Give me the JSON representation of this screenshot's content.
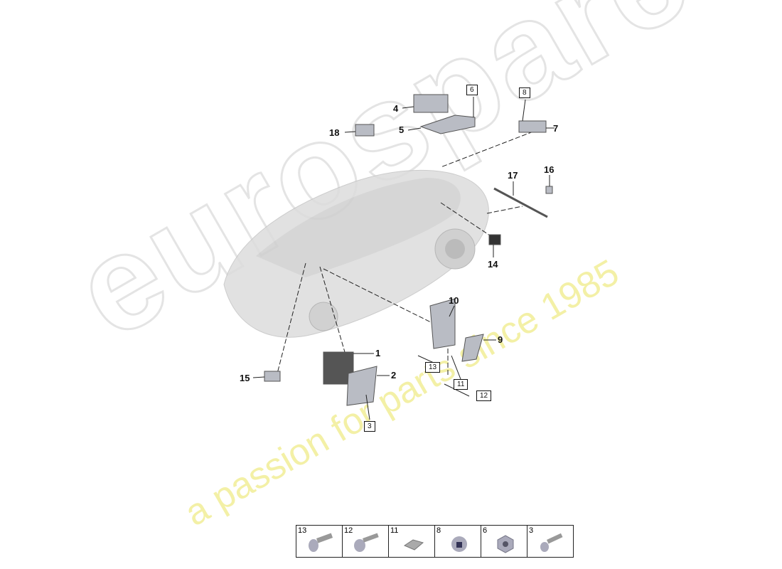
{
  "watermark": {
    "brand": "eurospares",
    "tagline": "a passion for parts since 1985"
  },
  "callouts": {
    "c1": "1",
    "c2": "2",
    "c3": "3",
    "c4": "4",
    "c5": "5",
    "c6": "6",
    "c7": "7",
    "c8": "8",
    "c9": "9",
    "c10": "10",
    "c11": "11",
    "c12": "12",
    "c13": "13",
    "c14": "14",
    "c15": "15",
    "c16": "16",
    "c17": "17",
    "c18": "18"
  },
  "hardware_table": [
    "13",
    "12",
    "11",
    "8",
    "6",
    "3"
  ],
  "colors": {
    "part": "#b9bcc4",
    "car": "#d8d8d8",
    "tagline": "#f3f0a6"
  }
}
